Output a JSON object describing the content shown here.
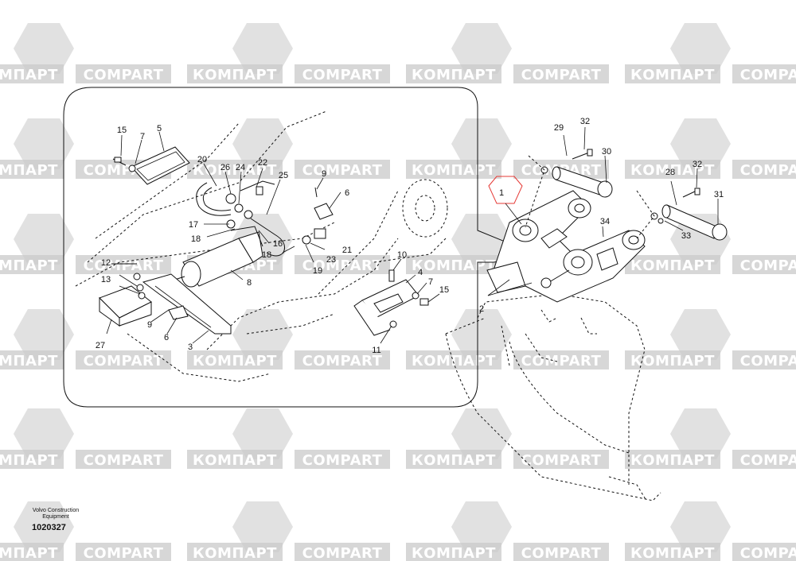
{
  "watermark": {
    "text_a": "КОМПАРТ",
    "text_b": "COMPART"
  },
  "labels": {
    "l1": "1",
    "l2": "2",
    "l3": "3",
    "l4": "4",
    "l5": "5",
    "l6a": "6",
    "l6b": "6",
    "l7a": "7",
    "l7b": "7",
    "l8": "8",
    "l9a": "9",
    "l9b": "9",
    "l10": "10",
    "l11": "11",
    "l12": "12",
    "l13": "13",
    "l15a": "15",
    "l15b": "15",
    "l16": "16",
    "l17": "17",
    "l18a": "18",
    "l18b": "18",
    "l19": "19",
    "l20": "20",
    "l21": "21",
    "l22": "22",
    "l23": "23",
    "l24": "24",
    "l25": "25",
    "l26": "26",
    "l27": "27",
    "l28": "28",
    "l29": "29",
    "l30": "30",
    "l31": "31",
    "l32a": "32",
    "l32b": "32",
    "l33": "33",
    "l34": "34"
  },
  "footer": {
    "maker_line1": "Volvo Construction",
    "maker_line2": "Equipment",
    "code": "1020327"
  },
  "colors": {
    "highlight": "#e53935",
    "watermark": "#c9c9c9"
  }
}
